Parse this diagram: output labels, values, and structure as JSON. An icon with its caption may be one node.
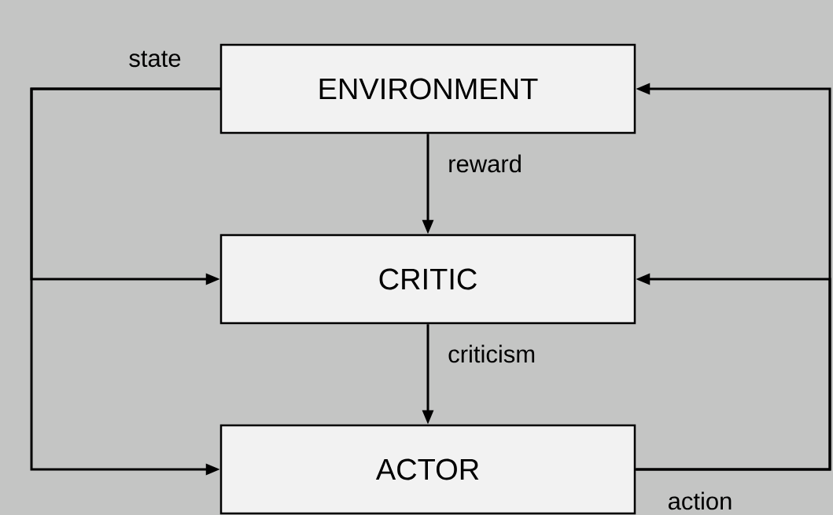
{
  "diagram": {
    "nodes": [
      {
        "text": [
          "ENVIRONMENT"
        ]
      },
      {
        "text": [
          "CRITIC"
        ]
      },
      {
        "text": [
          "ACTOR"
        ]
      }
    ],
    "edges": [
      {
        "from": 0,
        "to": 1,
        "arrow": "to",
        "label": "reward"
      },
      {
        "from": 1,
        "to": 2,
        "arrow": "to",
        "label": "criticism"
      },
      {
        "from": 0,
        "to": 1,
        "arrow": "to",
        "label": "state"
      },
      {
        "from": 0,
        "to": 2,
        "arrow": "to"
      },
      {
        "from": 2,
        "to": 0,
        "arrow": "to",
        "label": "action"
      },
      {
        "from": 2,
        "to": 1,
        "arrow": "to"
      }
    ]
  }
}
